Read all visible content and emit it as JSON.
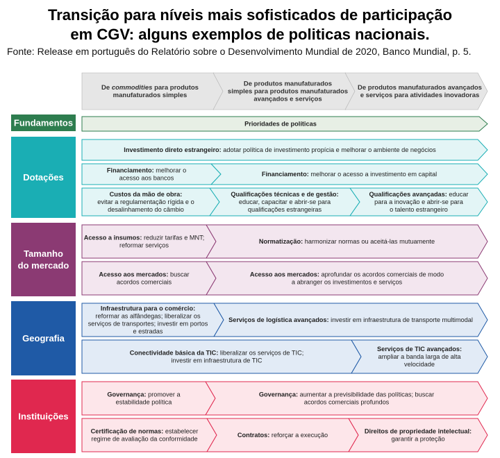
{
  "title_line1": "Transição para níveis mais sofisticados de participação",
  "title_line2": "em CGV: alguns exemplos de politicas nacionais.",
  "source": "Fonte: Release em português do Relatório sobre o Desenvolvimento Mundial de 2020, Banco Mundial, p. 5.",
  "header": [
    {
      "lines": [
        [
          {
            "t": "De ",
            "b": true
          },
          {
            "t": "commodities",
            "b": true,
            "i": true
          },
          {
            "t": " para produtos",
            "b": true
          }
        ],
        [
          {
            "t": "manufaturados simples",
            "b": true
          }
        ]
      ]
    },
    {
      "lines": [
        [
          {
            "t": "De produtos manufaturados",
            "b": true
          }
        ],
        [
          {
            "t": "simples para produtos manufaturados",
            "b": true
          }
        ],
        [
          {
            "t": "avançados e serviços",
            "b": true
          }
        ]
      ]
    },
    {
      "lines": [
        [
          {
            "t": "De produtos manufaturados avançados",
            "b": true
          }
        ],
        [
          {
            "t": "e serviços para atividades inovadoras",
            "b": true
          }
        ]
      ]
    }
  ],
  "categories": [
    {
      "label_lines": [
        "Fundamentos"
      ],
      "color": "#2e7d4f"
    },
    {
      "label_lines": [
        "Dotações"
      ],
      "color": "#1aaeb4"
    },
    {
      "label_lines": [
        "Tamanho",
        "do mercado"
      ],
      "color": "#8b3a73"
    },
    {
      "label_lines": [
        "Geografia"
      ],
      "color": "#1f5aa6"
    },
    {
      "label_lines": [
        "Instituições"
      ],
      "color": "#e0284f"
    }
  ],
  "colors": {
    "header_fill": "#e6e6e6",
    "header_stroke": "#b0b0b0",
    "fundamentos_fill": "#e7efe5",
    "fundamentos_stroke": "#2e7d4f",
    "dotacoes_fill": "#e3f5f6",
    "dotacoes_stroke": "#1aaeb4",
    "mercado_fill": "#f3e6ef",
    "mercado_stroke": "#8b3a73",
    "geografia_fill": "#e2ebf6",
    "geografia_stroke": "#1f5aa6",
    "instituicoes_fill": "#fde6ea",
    "instituicoes_stroke": "#e0284f"
  },
  "arrows": [
    {
      "cat": "fundamentos",
      "lines": [
        [
          {
            "t": "Prioridades de políticas",
            "b": true
          }
        ]
      ]
    },
    {
      "cat": "dotacoes",
      "lines": [
        [
          {
            "t": "Investimento direto estrangeiro:",
            "b": true
          },
          {
            "t": " adotar política de investimento propícia e melhorar o ambiente de negócios"
          }
        ]
      ]
    },
    {
      "cat": "dotacoes",
      "lines": [
        [
          {
            "t": "Financiamento:",
            "b": true
          },
          {
            "t": " melhorar o"
          }
        ],
        [
          {
            "t": "acesso aos bancos"
          }
        ]
      ]
    },
    {
      "cat": "dotacoes",
      "lines": [
        [
          {
            "t": "Financiamento:",
            "b": true
          },
          {
            "t": " melhorar o acesso a investimento em capital"
          }
        ]
      ]
    },
    {
      "cat": "dotacoes",
      "lines": [
        [
          {
            "t": "Custos da mão de obra:",
            "b": true
          }
        ],
        [
          {
            "t": "evitar a regulamentação rígida e o"
          }
        ],
        [
          {
            "t": "desalinhamento do câmbio"
          }
        ]
      ]
    },
    {
      "cat": "dotacoes",
      "lines": [
        [
          {
            "t": "Qualificações técnicas e de gestão:",
            "b": true
          }
        ],
        [
          {
            "t": "educar, capacitar e abrir-se para"
          }
        ],
        [
          {
            "t": "qualificações estrangeiras"
          }
        ]
      ]
    },
    {
      "cat": "dotacoes",
      "lines": [
        [
          {
            "t": "Qualificações avançadas:",
            "b": true
          },
          {
            "t": " educar"
          }
        ],
        [
          {
            "t": "para a inovação e abrir-se para"
          }
        ],
        [
          {
            "t": "o talento estrangeiro"
          }
        ]
      ]
    },
    {
      "cat": "mercado",
      "lines": [
        [
          {
            "t": "Acesso a insumos:",
            "b": true
          },
          {
            "t": " reduzir tarifas e MNT;"
          }
        ],
        [
          {
            "t": "reformar serviços"
          }
        ]
      ]
    },
    {
      "cat": "mercado",
      "lines": [
        [
          {
            "t": "Normatização:",
            "b": true
          },
          {
            "t": " harmonizar normas ou aceitá-las mutuamente"
          }
        ]
      ]
    },
    {
      "cat": "mercado",
      "lines": [
        [
          {
            "t": "Acesso aos mercados:",
            "b": true
          },
          {
            "t": " buscar"
          }
        ],
        [
          {
            "t": "acordos comerciais"
          }
        ]
      ]
    },
    {
      "cat": "mercado",
      "lines": [
        [
          {
            "t": "Acesso aos mercados:",
            "b": true
          },
          {
            "t": " aprofundar os acordos comerciais de modo"
          }
        ],
        [
          {
            "t": "a abranger os investimentos e serviços"
          }
        ]
      ]
    },
    {
      "cat": "geografia",
      "lines": [
        [
          {
            "t": "Infraestrutura para o comércio:",
            "b": true
          }
        ],
        [
          {
            "t": "reformar as alfândegas; liberalizar os"
          }
        ],
        [
          {
            "t": "serviços de transportes; investir em portos"
          }
        ],
        [
          {
            "t": "e estradas"
          }
        ]
      ]
    },
    {
      "cat": "geografia",
      "lines": [
        [
          {
            "t": "Serviços de logística avançados:",
            "b": true
          },
          {
            "t": " investir em infraestrutura de transporte multimodal"
          }
        ]
      ]
    },
    {
      "cat": "geografia",
      "lines": [
        [
          {
            "t": "Conectividade básica da TIC:",
            "b": true
          },
          {
            "t": " liberalizar os serviços de TIC;"
          }
        ],
        [
          {
            "t": "investir em infraestrutura de TIC"
          }
        ]
      ]
    },
    {
      "cat": "geografia",
      "lines": [
        [
          {
            "t": "Serviços de TIC avançados:",
            "b": true
          }
        ],
        [
          {
            "t": "ampliar a banda larga de alta"
          }
        ],
        [
          {
            "t": "velocidade"
          }
        ]
      ]
    },
    {
      "cat": "instituicoes",
      "lines": [
        [
          {
            "t": "Governança:",
            "b": true
          },
          {
            "t": " promover a"
          }
        ],
        [
          {
            "t": "estabilidade política"
          }
        ]
      ]
    },
    {
      "cat": "instituicoes",
      "lines": [
        [
          {
            "t": "Governança:",
            "b": true
          },
          {
            "t": " aumentar a previsibilidade das políticas; buscar"
          }
        ],
        [
          {
            "t": "acordos comerciais profundos"
          }
        ]
      ]
    },
    {
      "cat": "instituicoes",
      "lines": [
        [
          {
            "t": "Certificação de normas:",
            "b": true
          },
          {
            "t": " estabelecer"
          }
        ],
        [
          {
            "t": "regime de avaliação da conformidade"
          }
        ]
      ]
    },
    {
      "cat": "instituicoes",
      "lines": [
        [
          {
            "t": "Contratos:",
            "b": true
          },
          {
            "t": " reforçar a execução"
          }
        ]
      ]
    },
    {
      "cat": "instituicoes",
      "lines": [
        [
          {
            "t": "Direitos de propriedade intelectual:",
            "b": true
          }
        ],
        [
          {
            "t": "garantir a proteção"
          }
        ]
      ]
    }
  ]
}
